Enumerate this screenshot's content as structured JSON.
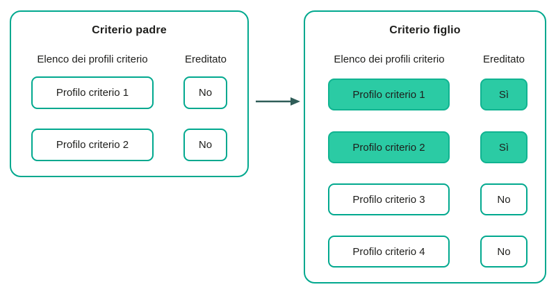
{
  "diagram": {
    "accent_outline_color": "#00a88e",
    "accent_fill_color": "#2bcba4",
    "arrow_color": "#2f5d58",
    "text_color": "#1d1d1b"
  },
  "parent_panel": {
    "title": "Criterio padre",
    "profiles_header": "Elenco dei profili criterio",
    "inherited_header": "Ereditato",
    "rows": [
      {
        "profile": "Profilo criterio 1",
        "inherited": "No"
      },
      {
        "profile": "Profilo criterio 2",
        "inherited": "No"
      }
    ]
  },
  "child_panel": {
    "title": "Criterio figlio",
    "profiles_header": "Elenco dei profili criterio",
    "inherited_header": "Ereditato",
    "rows": [
      {
        "profile": "Profilo criterio 1",
        "inherited": "Sì"
      },
      {
        "profile": "Profilo criterio 2",
        "inherited": "Sì"
      },
      {
        "profile": "Profilo criterio 3",
        "inherited": "No"
      },
      {
        "profile": "Profilo criterio 4",
        "inherited": "No"
      }
    ]
  }
}
